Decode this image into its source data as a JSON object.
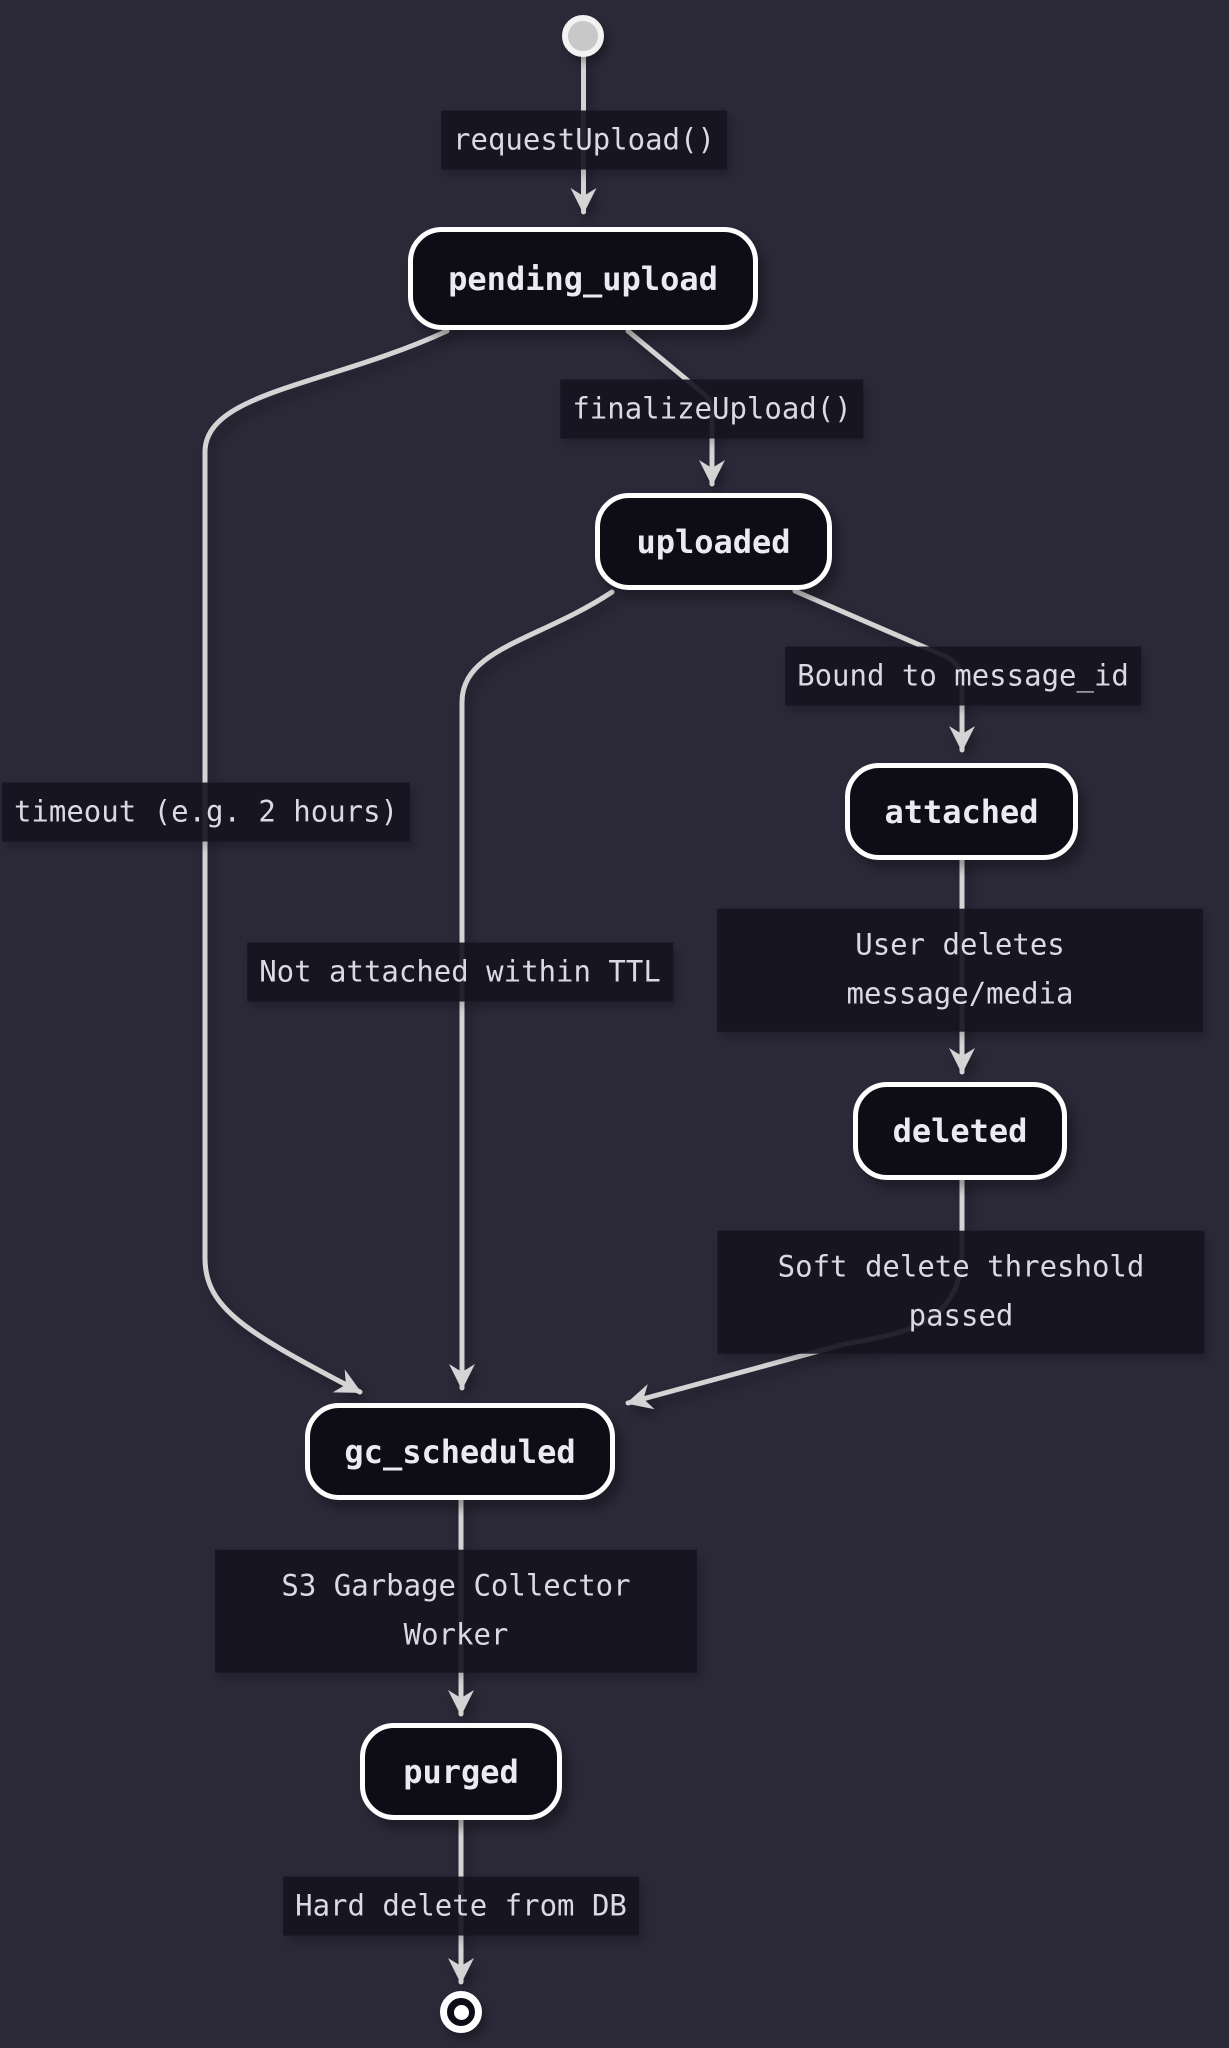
{
  "diagram": {
    "type": "state-machine",
    "description": "Upload media lifecycle state diagram",
    "colors": {
      "background": "#2b2838",
      "node_fill": "#0e0c15",
      "node_border": "#ffffff",
      "edge": "#d4d4d4",
      "label_background": "#161321",
      "text": "#dcd9e2",
      "start_fill": "#c8c8c8"
    },
    "start": {
      "id": "start",
      "kind": "initial-state"
    },
    "end": {
      "id": "end",
      "kind": "final-state"
    },
    "states": [
      {
        "id": "pending_upload",
        "label": "pending_upload"
      },
      {
        "id": "uploaded",
        "label": "uploaded"
      },
      {
        "id": "attached",
        "label": "attached"
      },
      {
        "id": "deleted",
        "label": "deleted"
      },
      {
        "id": "gc_scheduled",
        "label": "gc_scheduled"
      },
      {
        "id": "purged",
        "label": "purged"
      }
    ],
    "transitions": [
      {
        "from": "start",
        "to": "pending_upload",
        "label": "requestUpload()"
      },
      {
        "from": "pending_upload",
        "to": "uploaded",
        "label": "finalizeUpload()"
      },
      {
        "from": "pending_upload",
        "to": "gc_scheduled",
        "label": "timeout (e.g. 2 hours)"
      },
      {
        "from": "uploaded",
        "to": "attached",
        "label": "Bound to message_id"
      },
      {
        "from": "uploaded",
        "to": "gc_scheduled",
        "label": "Not attached within TTL"
      },
      {
        "from": "attached",
        "to": "deleted",
        "label": "User deletes message/media"
      },
      {
        "from": "deleted",
        "to": "gc_scheduled",
        "label": "Soft delete threshold passed"
      },
      {
        "from": "gc_scheduled",
        "to": "purged",
        "label": "S3 Garbage Collector Worker"
      },
      {
        "from": "purged",
        "to": "end",
        "label": "Hard delete from DB"
      }
    ]
  }
}
